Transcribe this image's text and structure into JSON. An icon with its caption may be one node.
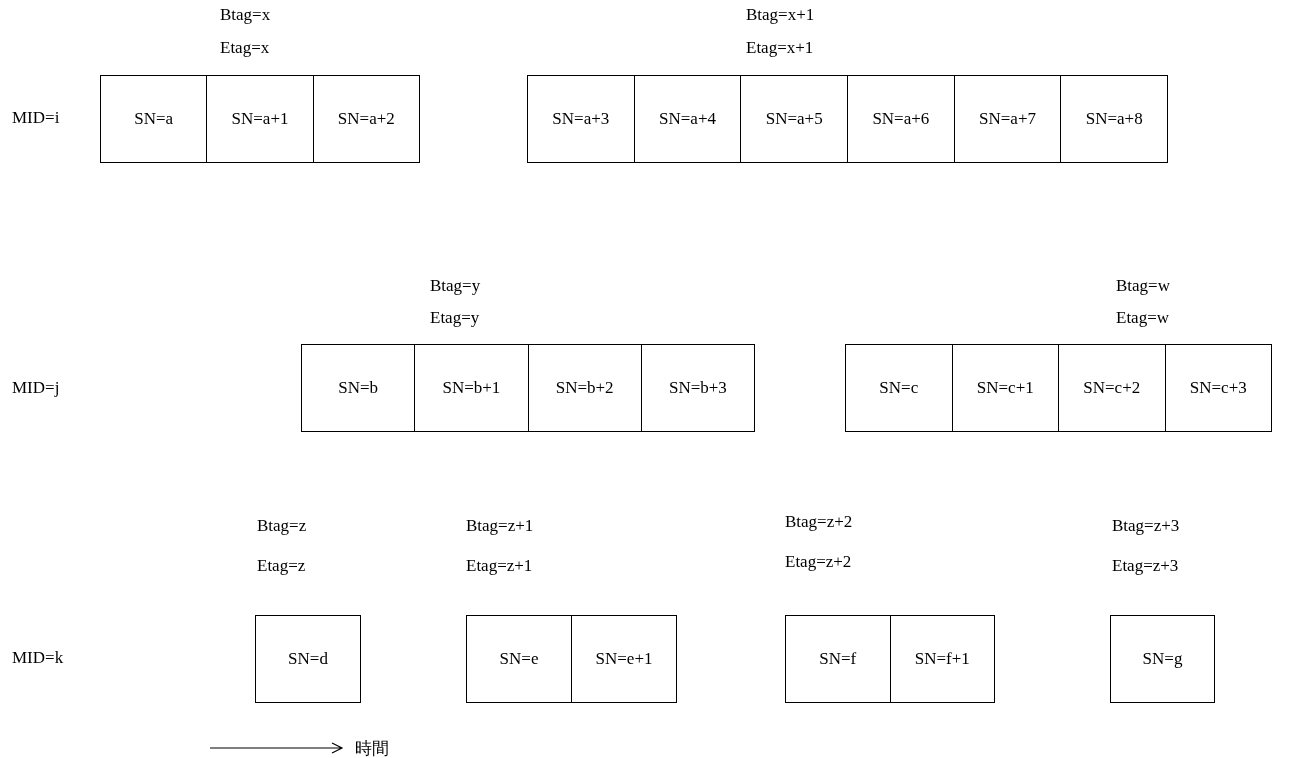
{
  "diagram": {
    "nodes": [
      {
        "text": [
          "Btag=x",
          "Etag=x"
        ]
      },
      {
        "text": [
          "SN=a"
        ],
        "in": 0
      },
      {
        "text": [
          "SN=a+1"
        ],
        "in": 0
      },
      {
        "text": [
          "SN=a+2"
        ],
        "in": 0
      },
      {
        "text": [
          "Btag=x+1",
          "Etag=x+1"
        ]
      },
      {
        "text": [
          "SN=a+3"
        ],
        "in": 4
      },
      {
        "text": [
          "SN=a+4"
        ],
        "in": 4
      },
      {
        "text": [
          "SN=a+5"
        ],
        "in": 4
      },
      {
        "text": [
          "SN=a+6"
        ],
        "in": 4
      },
      {
        "text": [
          "SN=a+7"
        ],
        "in": 4
      },
      {
        "text": [
          "SN=a+8"
        ],
        "in": 4
      },
      {
        "text": [
          "Btag=y",
          "Etag=y"
        ]
      },
      {
        "text": [
          "SN=b"
        ],
        "in": 11
      },
      {
        "text": [
          "SN=b+1"
        ],
        "in": 11
      },
      {
        "text": [
          "SN=b+2"
        ],
        "in": 11
      },
      {
        "text": [
          "SN=b+3"
        ],
        "in": 11
      },
      {
        "text": [
          "Btag=w",
          "Etag=w"
        ]
      },
      {
        "text": [
          "SN=c"
        ],
        "in": 16
      },
      {
        "text": [
          "SN=c+1"
        ],
        "in": 16
      },
      {
        "text": [
          "SN=c+2"
        ],
        "in": 16
      },
      {
        "text": [
          "SN=c+3"
        ],
        "in": 16
      },
      {
        "text": [
          "Btag=z",
          "Etag=z"
        ]
      },
      {
        "text": [
          "SN=d"
        ],
        "in": 21
      },
      {
        "text": [
          "Btag=z+1",
          "Etag=z+1"
        ]
      },
      {
        "text": [
          "SN=e"
        ],
        "in": 23
      },
      {
        "text": [
          "SN=e+1"
        ],
        "in": 23
      },
      {
        "text": [
          "Btag=z+2",
          "Etag=z+2"
        ]
      },
      {
        "text": [
          "SN=f"
        ],
        "in": 26
      },
      {
        "text": [
          "SN=f+1"
        ],
        "in": 26
      },
      {
        "text": [
          "Btag=z+3",
          "Etag=z+3"
        ]
      },
      {
        "text": [
          "SN=g"
        ],
        "in": 29
      }
    ],
    "edges": [],
    "labels": [
      "MID=i",
      "MID=j",
      "MID=k",
      "時間"
    ]
  }
}
